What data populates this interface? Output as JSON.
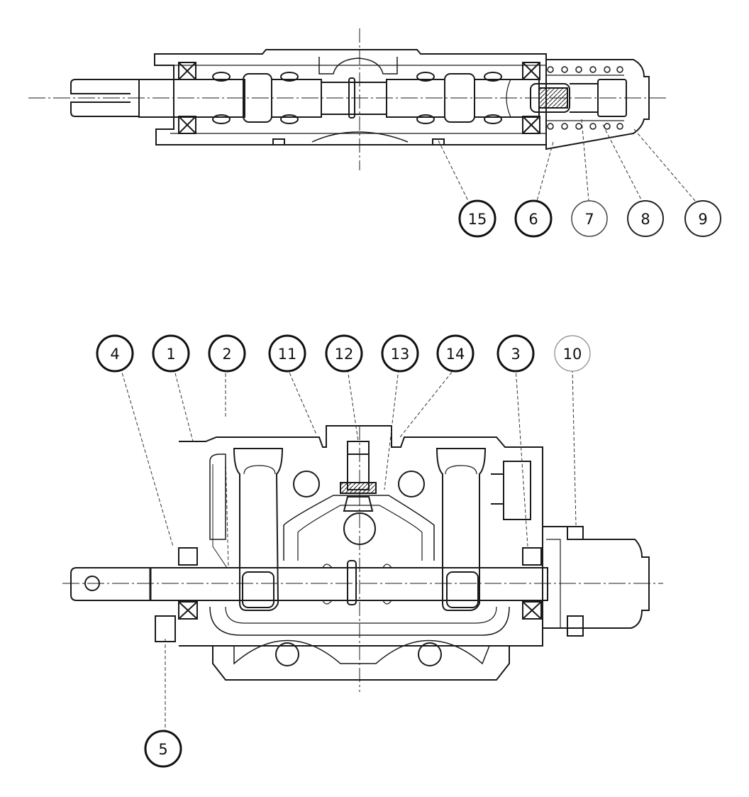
{
  "diagram": {
    "callouts": [
      {
        "id": "c15",
        "label": "15"
      },
      {
        "id": "c6",
        "label": "6"
      },
      {
        "id": "c7",
        "label": "7"
      },
      {
        "id": "c8",
        "label": "8"
      },
      {
        "id": "c9",
        "label": "9"
      },
      {
        "id": "c4",
        "label": "4"
      },
      {
        "id": "c1",
        "label": "1"
      },
      {
        "id": "c2",
        "label": "2"
      },
      {
        "id": "c11",
        "label": "11"
      },
      {
        "id": "c12",
        "label": "12"
      },
      {
        "id": "c13",
        "label": "13"
      },
      {
        "id": "c14",
        "label": "14"
      },
      {
        "id": "c3",
        "label": "3"
      },
      {
        "id": "c10",
        "label": "10"
      },
      {
        "id": "c5",
        "label": "5"
      }
    ]
  }
}
